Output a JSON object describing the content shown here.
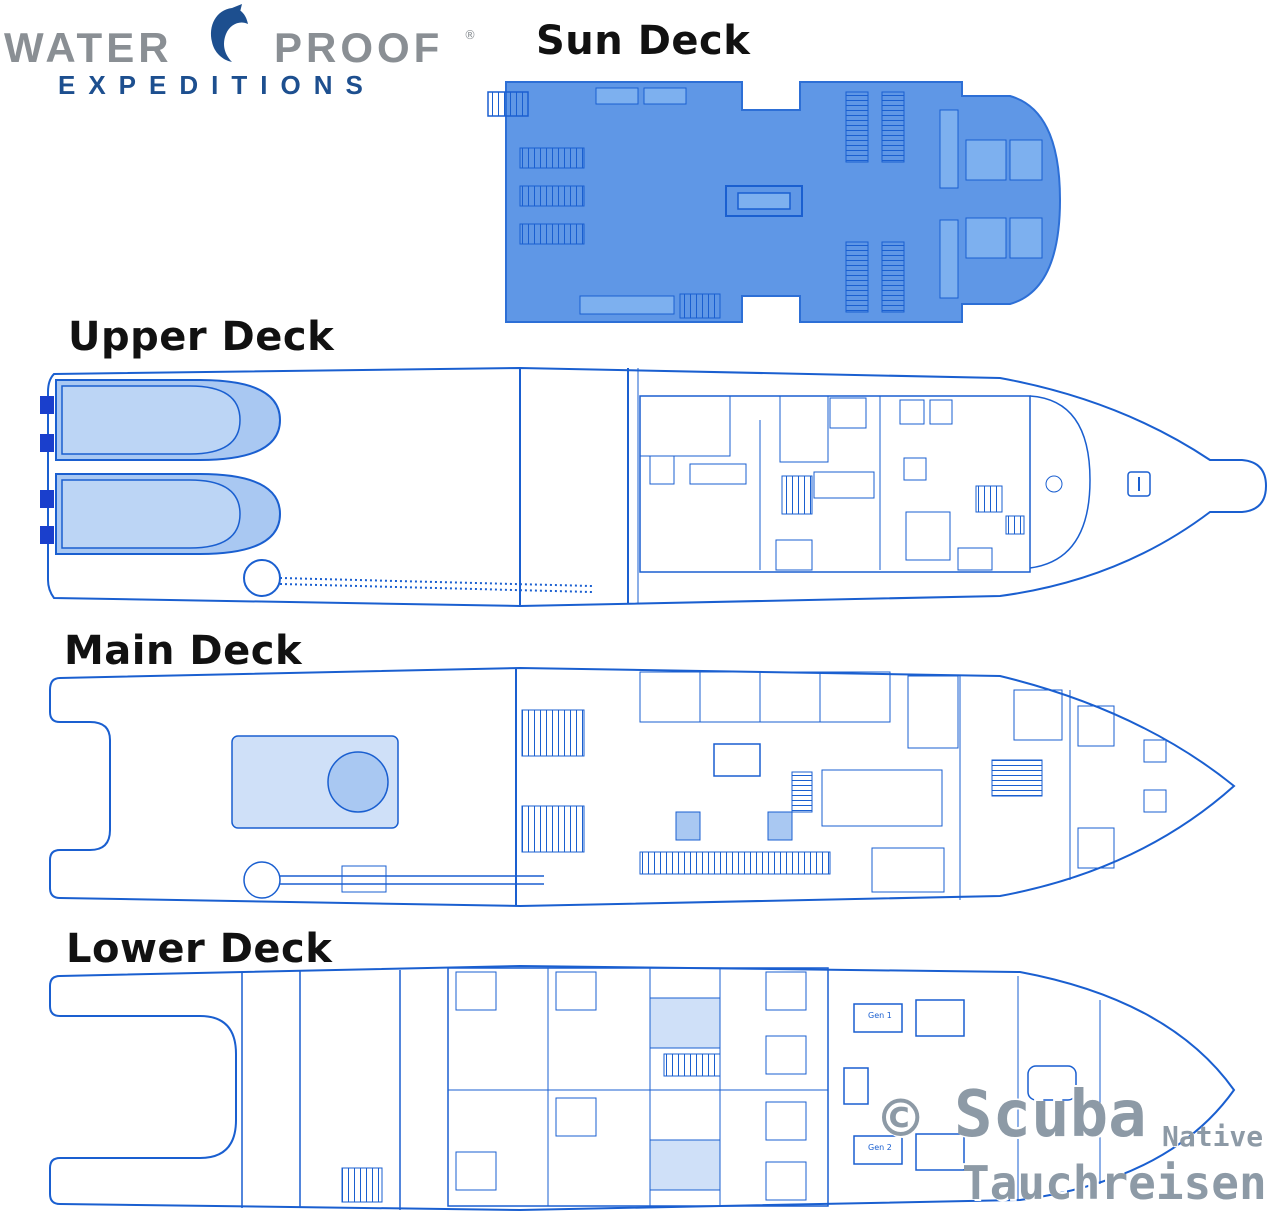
{
  "logo": {
    "word_left": "WATER",
    "word_right": "PROOF",
    "registered": "®",
    "subline": "EXPEDITIONS",
    "colors": {
      "grey": "#8a8f94",
      "blue": "#1d4f8f"
    }
  },
  "decks": {
    "sun": {
      "title": "Sun Deck"
    },
    "upper": {
      "title": "Upper Deck"
    },
    "main": {
      "title": "Main Deck"
    },
    "lower": {
      "title": "Lower Deck"
    }
  },
  "lower_deck_labels": {
    "gen1": "Gen 1",
    "gen2": "Gen 2"
  },
  "watermark": {
    "copyright": "©",
    "brand": "Scuba",
    "native": "Native",
    "subline": "Tauchreisen"
  },
  "colors": {
    "line": "#1a5fd0",
    "fill": "#6fa3e8",
    "fill_light": "#a9c8f2",
    "title": "#111111"
  }
}
